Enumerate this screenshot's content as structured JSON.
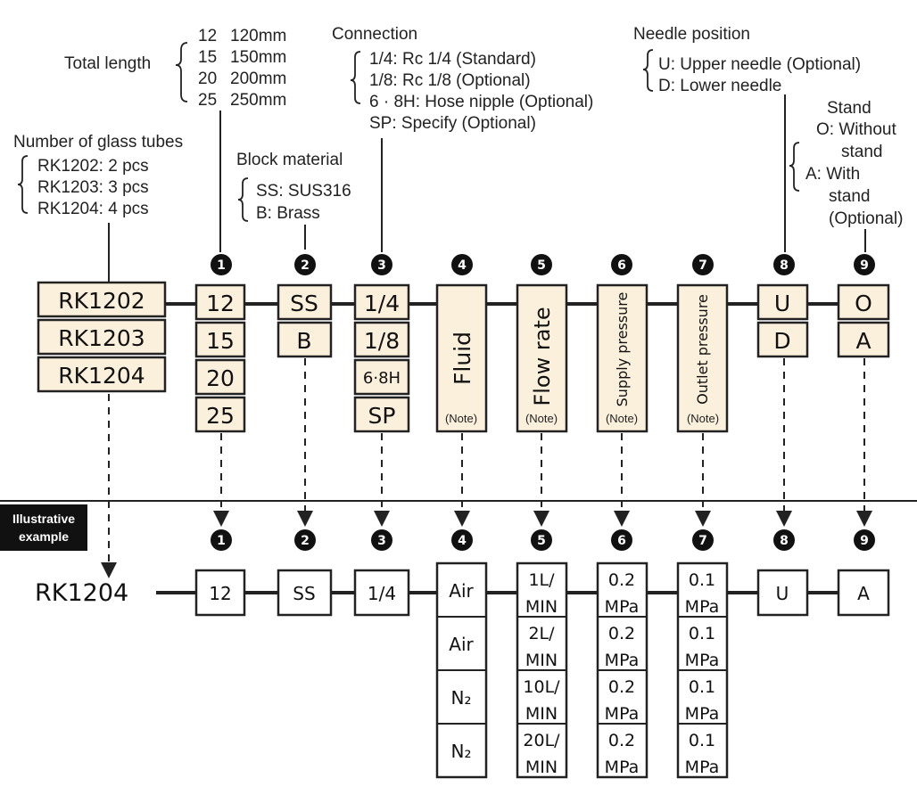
{
  "headings": {
    "total_length": "Total length",
    "connection": "Connection",
    "needle_position": "Needle position",
    "number_of_tubes": "Number of glass tubes",
    "block_material": "Block material",
    "stand": "Stand"
  },
  "total_length_options": [
    {
      "code": "12",
      "desc": "120mm"
    },
    {
      "code": "15",
      "desc": "150mm"
    },
    {
      "code": "20",
      "desc": "200mm"
    },
    {
      "code": "25",
      "desc": "250mm"
    }
  ],
  "connection_options": [
    "1/4: Rc 1/4 (Standard)",
    "1/8: Rc 1/8 (Optional)",
    "6 · 8H: Hose nipple (Optional)",
    "SP: Specify (Optional)"
  ],
  "needle_options": [
    "U: Upper needle (Optional)",
    "D: Lower needle"
  ],
  "tube_options": [
    "RK1202: 2 pcs",
    "RK1203: 3 pcs",
    "RK1204: 4 pcs"
  ],
  "material_options": [
    "SS: SUS316",
    "B: Brass"
  ],
  "stand_options": [
    "O: Without",
    "stand",
    "A: With",
    "stand",
    "(Optional)"
  ],
  "numbers": [
    "1",
    "2",
    "3",
    "4",
    "5",
    "6",
    "7",
    "8",
    "9"
  ],
  "model_codes": [
    "RK1202",
    "RK1203",
    "RK1204"
  ],
  "length_codes": [
    "12",
    "15",
    "20",
    "25"
  ],
  "material_codes": [
    "SS",
    "B"
  ],
  "connection_codes": [
    "1/4",
    "1/8",
    "6·8H",
    "SP"
  ],
  "needle_codes": [
    "U",
    "D"
  ],
  "stand_codes": [
    "O",
    "A"
  ],
  "spec_boxes": {
    "fluid": "Fluid",
    "flow_rate": "Flow rate",
    "supply_pressure": "Supply pressure",
    "outlet_pressure": "Outlet pressure",
    "note": "(Note)"
  },
  "example": {
    "badge_line1": "Illustrative",
    "badge_line2": "example",
    "model": "RK1204",
    "length": "12",
    "material": "SS",
    "connection": "1/4",
    "needle": "U",
    "stand": "A",
    "rows": [
      {
        "fluid": "Air",
        "flow_a": "1L/",
        "flow_b": "MIN",
        "supply_a": "0.2",
        "supply_b": "MPa",
        "outlet_a": "0.1",
        "outlet_b": "MPa"
      },
      {
        "fluid": "Air",
        "flow_a": "2L/",
        "flow_b": "MIN",
        "supply_a": "0.2",
        "supply_b": "MPa",
        "outlet_a": "0.1",
        "outlet_b": "MPa"
      },
      {
        "fluid": "N₂",
        "flow_a": "10L/",
        "flow_b": "MIN",
        "supply_a": "0.2",
        "supply_b": "MPa",
        "outlet_a": "0.1",
        "outlet_b": "MPa"
      },
      {
        "fluid": "N₂",
        "flow_a": "20L/",
        "flow_b": "MIN",
        "supply_a": "0.2",
        "supply_b": "MPa",
        "outlet_a": "0.1",
        "outlet_b": "MPa"
      }
    ]
  }
}
